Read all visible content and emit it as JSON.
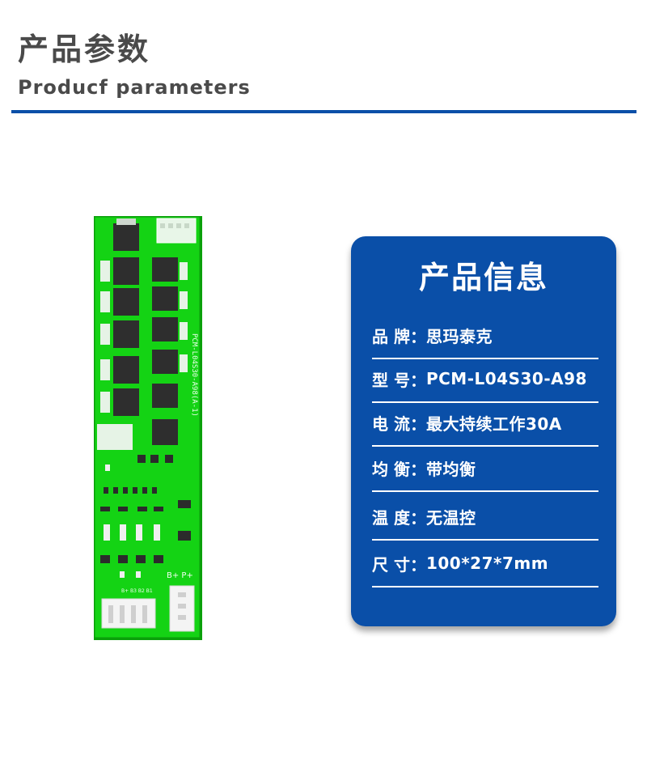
{
  "header": {
    "title_cn": "产品参数",
    "title_en": "Producf parameters",
    "accent_color": "#0a4fa8"
  },
  "product_image": {
    "board_color": "#12d312",
    "silkscreen": {
      "model_vertical": "PCM-L04S30-A98(A-1)",
      "connector_label": "B+ P+",
      "balance_labels": "B+ B3 B2 B1"
    }
  },
  "info_card": {
    "title": "产品信息",
    "rows": [
      {
        "label": "品 牌：",
        "value": "思玛泰克"
      },
      {
        "label": "型  号：",
        "value": "PCM-L04S30-A98"
      },
      {
        "label": "电  流：",
        "value": "最大持续工作30A"
      },
      {
        "label": "均  衡：",
        "value": "带均衡"
      },
      {
        "label": "温  度：",
        "value": "无温控"
      },
      {
        "label": "尺  寸：",
        "value": "100*27*7mm"
      }
    ]
  }
}
